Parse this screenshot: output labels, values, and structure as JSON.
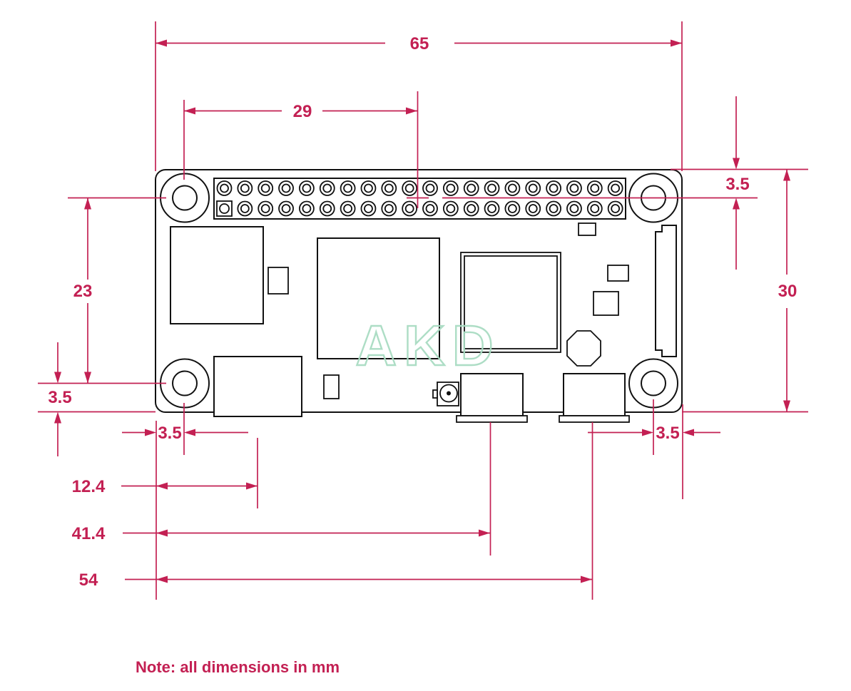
{
  "colors": {
    "dimension": "#c32053",
    "outline": "#111111",
    "watermark": "#a9dcc2"
  },
  "watermark_text": "AKD",
  "note_text": "Note: all dimensions in mm",
  "dimensions_mm": {
    "board_width": "65",
    "gpio_center_offset": "29",
    "hole_offset_top_right": "3.5",
    "board_height": "30",
    "hole_pitch_vertical": "23",
    "hole_offset_bottom_left_v": "3.5",
    "hole_offset_bottom_left_h": "3.5",
    "hdmi_center_offset": "12.4",
    "usb_data_center_offset": "41.4",
    "usb_power_center_offset": "54",
    "hole_offset_bottom_right": "3.5"
  }
}
